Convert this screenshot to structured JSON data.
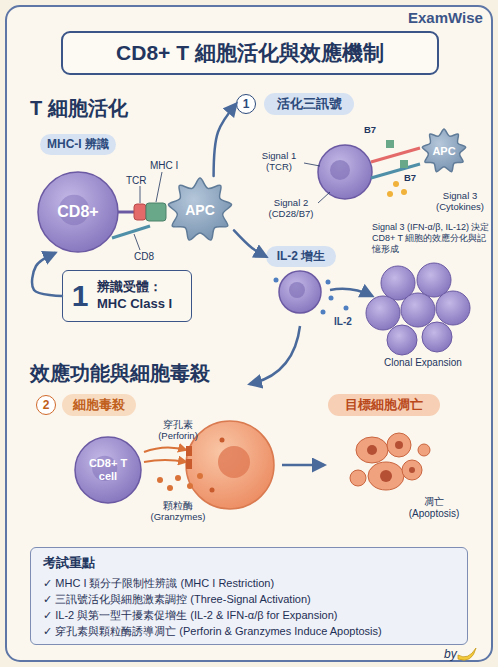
{
  "diagram": {
    "title": "CD8+ T 細胞活化與效應機制",
    "nodes": [
      {
        "text": [
          "MHC-I 辨識"
        ]
      },
      {
        "text": [
          "CD8+"
        ]
      },
      {
        "text": [
          "APC"
        ]
      },
      {
        "text": [
          "1",
          "活化三訊號"
        ]
      },
      {
        "text": [
          "APC"
        ]
      },
      {
        "text": [
          "1",
          "辨識受體： MHC Class I"
        ]
      },
      {
        "text": [
          "IL-2 增生"
        ]
      },
      {
        "text": [
          "2",
          "細胞毒殺"
        ]
      },
      {
        "text": [
          "CD8+ T cell"
        ]
      },
      {
        "text": [
          "目標細胞凋亡"
        ]
      },
      {
        "text": [
          "考試重點",
          "✓ MHC I 類分子限制性辨識 (MHC I Restriction)",
          "✓ 三訊號活化與細胞激素調控 (Three-Signal Activation)",
          "✓ IL-2 與第一型干擾素促增生 (IL-2 & IFN-α/β for Expansion)",
          "✓ 穿孔素與顆粒酶誘導凋亡 (Perforin & Granzymes Induce Apoptosis)"
        ]
      }
    ],
    "edges": [
      {
        "from": 2,
        "to": 3,
        "arrow": "to"
      },
      {
        "from": 2,
        "to": 6,
        "arrow": "to"
      },
      {
        "from": 5,
        "to": 1,
        "arrow": "to"
      }
    ],
    "labels": [
      "ExamWise",
      "T 細胞活化",
      "TCR",
      "MHC I",
      "CD8",
      "Signal 1 (TCR)",
      "B7",
      "B7",
      "Signal 2 (CD28/B7)",
      "Signal 3 (Cytokines)",
      "Signal 3 (IFN-α/β, IL-12) 決定 CD8+ T 細胞的效應分化與記憶形成",
      "IL-2",
      "Clonal Expansion",
      "效應功能與細胞毒殺",
      "穿孔素 (Perforin)",
      "顆粒酶 (Granzymes)",
      "凋亡 (Apoptosis)",
      "by"
    ]
  }
}
